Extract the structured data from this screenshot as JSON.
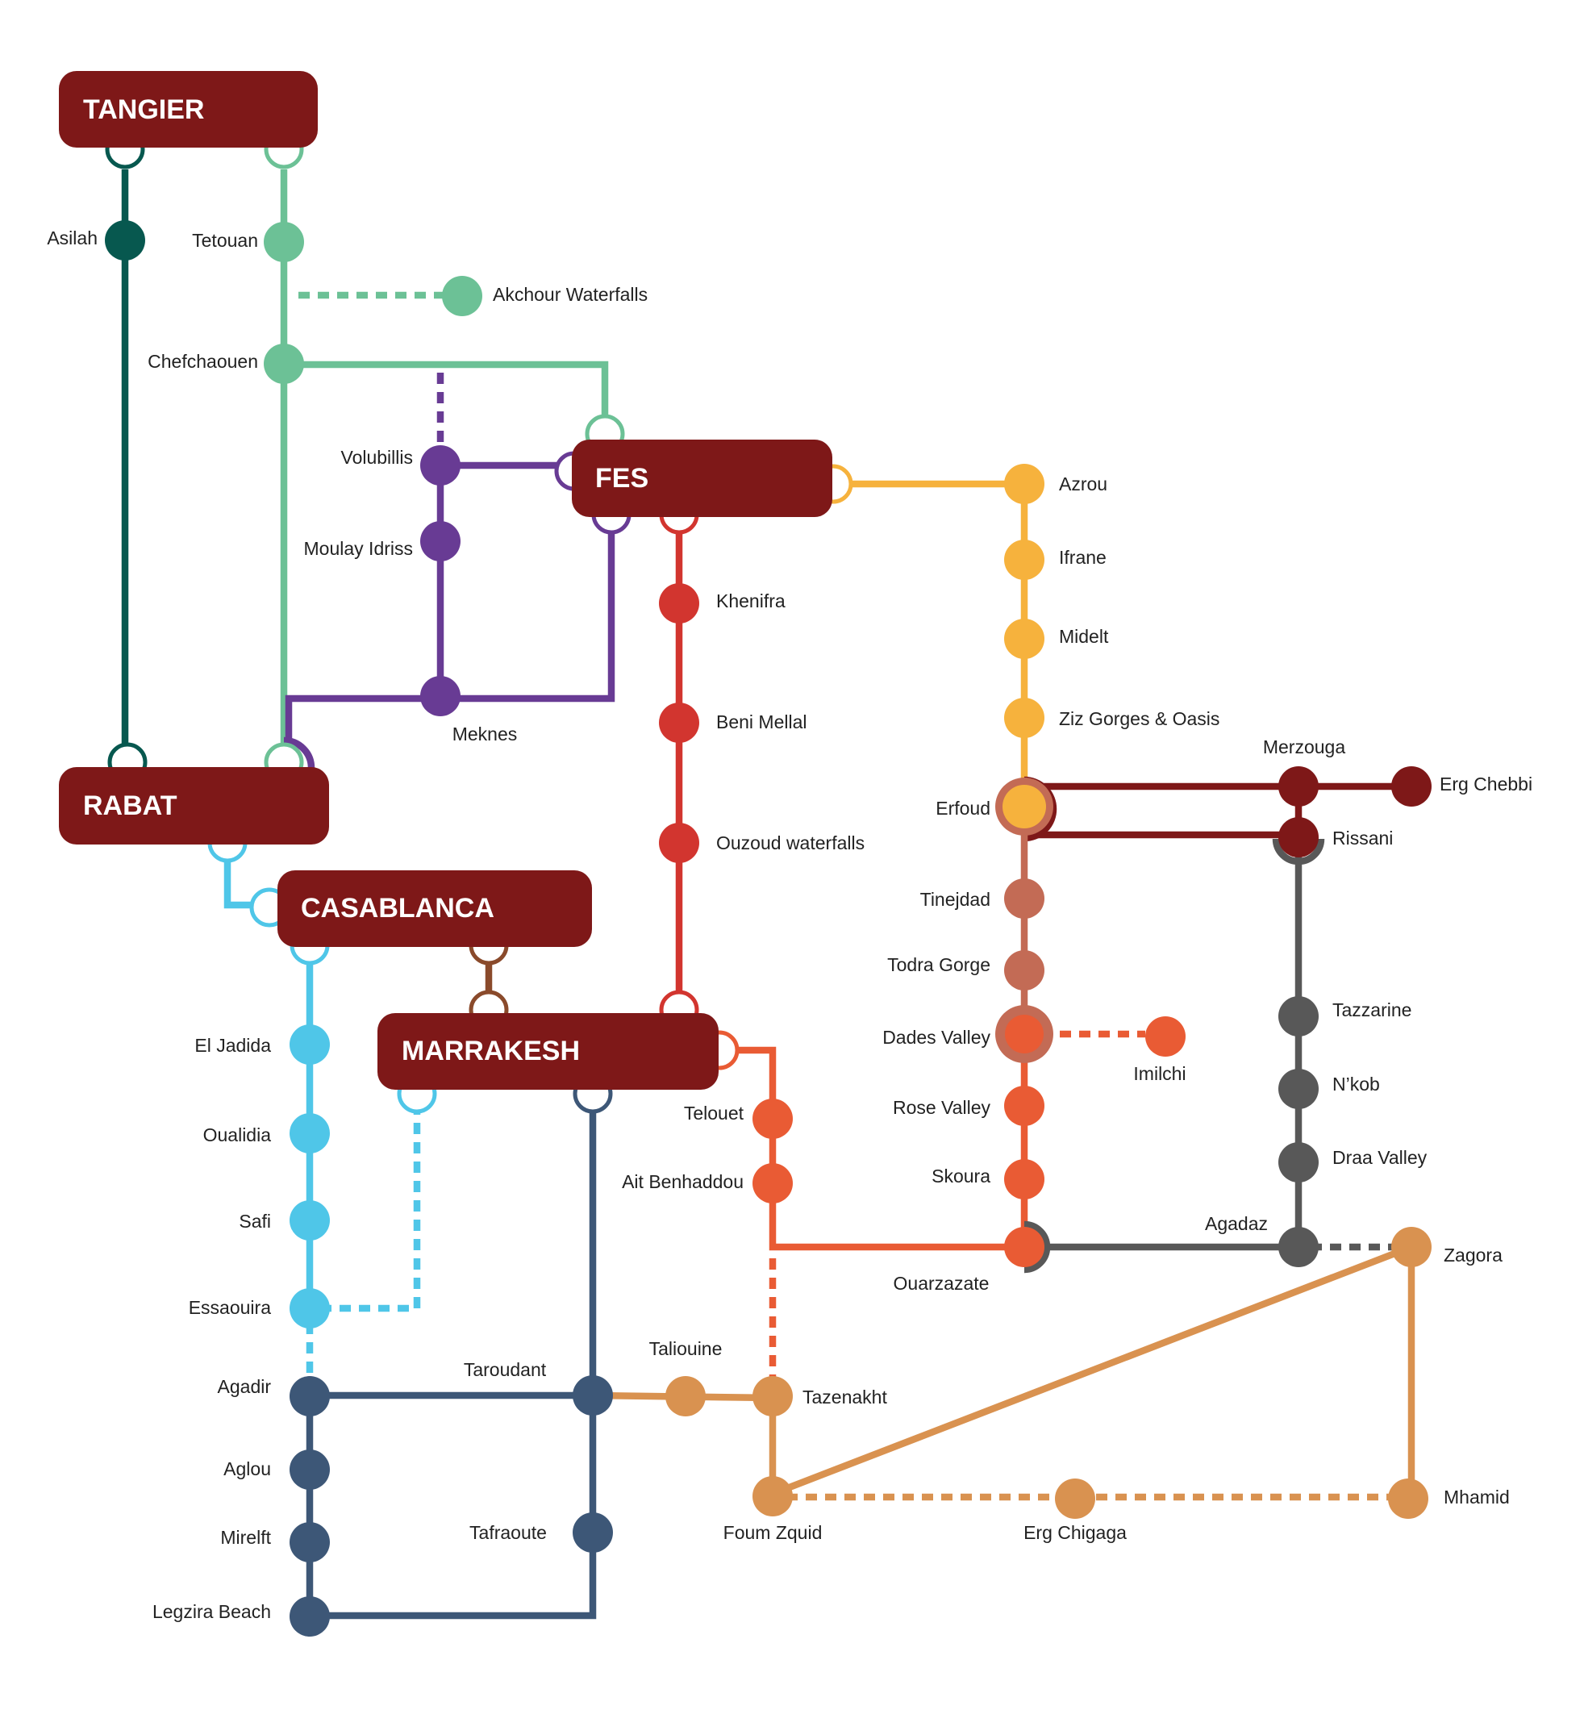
{
  "colors": {
    "hub": "#7e1818",
    "tangier_rabat": "#07584f",
    "tangier_tetouan": "#6cc196",
    "fes_meknes": "#683b94",
    "fes_azrou": "#f6b23d",
    "fes_khenifra": "#d2352f",
    "rabat_casablanca": "#4fc6e8",
    "casablanca_marrakesh": "#8a4a2b",
    "marrakesh_agadir": "#3d5777",
    "marrakesh_ouarzazate": "#e95b34",
    "erfoud_ouarzazate": "#c36b55",
    "erfoud_merzouga": "#7e1818",
    "rissani_agadaz": "#585858",
    "south_desert": "#d99250"
  },
  "hubs": {
    "tangier": "TANGIER",
    "fes": "FES",
    "rabat": "RABAT",
    "casablanca": "CASABLANCA",
    "marrakesh": "MARRAKESH"
  },
  "stops": {
    "asilah": "Asilah",
    "tetouan": "Tetouan",
    "akchour": "Akchour Waterfalls",
    "chefchaouen": "Chefchaouen",
    "volubillis": "Volubillis",
    "moulay_idriss": "Moulay Idriss",
    "meknes": "Meknes",
    "khenifra": "Khenifra",
    "beni_mellal": "Beni Mellal",
    "ouzoud": "Ouzoud waterfalls",
    "azrou": "Azrou",
    "ifrane": "Ifrane",
    "midelt": "Midelt",
    "ziz": "Ziz Gorges & Oasis",
    "erfoud": "Erfoud",
    "merzouga": "Merzouga",
    "erg_chebbi": "Erg Chebbi",
    "rissani": "Rissani",
    "tinejdad": "Tinejdad",
    "todra": "Todra Gorge",
    "dades": "Dades Valley",
    "imilchi": "Imilchi",
    "rose_valley": "Rose Valley",
    "skoura": "Skoura",
    "ouarzazate": "Ouarzazate",
    "tazzarine": "Tazzarine",
    "nkob": "N’kob",
    "draa": "Draa Valley",
    "agadaz": "Agadaz",
    "zagora": "Zagora",
    "mhamid": "Mhamid",
    "erg_chigaga": "Erg Chigaga",
    "foum_zquid": "Foum Zquid",
    "tazenakht": "Tazenakht",
    "taliouine": "Taliouine",
    "telouet": "Telouet",
    "ait_benhaddou": "Ait Benhaddou",
    "el_jadida": "El Jadida",
    "oualidia": "Oualidia",
    "safi": "Safi",
    "essaouira": "Essaouira",
    "agadir": "Agadir",
    "aglou": "Aglou",
    "mirelft": "Mirelft",
    "legzira": "Legzira Beach",
    "taroudant": "Taroudant",
    "tafraoute": "Tafraoute"
  }
}
